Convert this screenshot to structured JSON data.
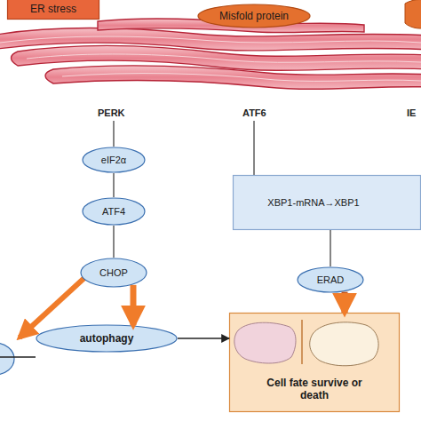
{
  "diagram": {
    "nodes": [
      {
        "text": [
          "ER stress"
        ]
      },
      {
        "text": [
          "Misfold protein"
        ]
      },
      {
        "text": [
          "eIF2α"
        ]
      },
      {
        "text": [
          "XBP1-mRNA→XBP1"
        ]
      },
      {
        "text": [
          "ATF4"
        ]
      },
      {
        "text": [
          "ERAD"
        ]
      },
      {
        "text": [
          "CHOP"
        ]
      },
      {
        "text": [
          "autophagy"
        ]
      },
      {
        "text": [
          "Cell fate survive or death"
        ]
      }
    ],
    "edges": [
      {
        "from": 2,
        "to": 4,
        "arrow": "none"
      },
      {
        "from": 4,
        "to": 6,
        "arrow": "none"
      },
      {
        "from": 3,
        "to": 5,
        "arrow": "none"
      },
      {
        "from": 6,
        "to": 7,
        "arrow": "to"
      },
      {
        "from": 5,
        "to": 8,
        "arrow": "to"
      },
      {
        "from": 7,
        "to": 8,
        "arrow": "to"
      }
    ],
    "labels": [
      "PERK",
      "ATF6",
      "IE"
    ]
  }
}
